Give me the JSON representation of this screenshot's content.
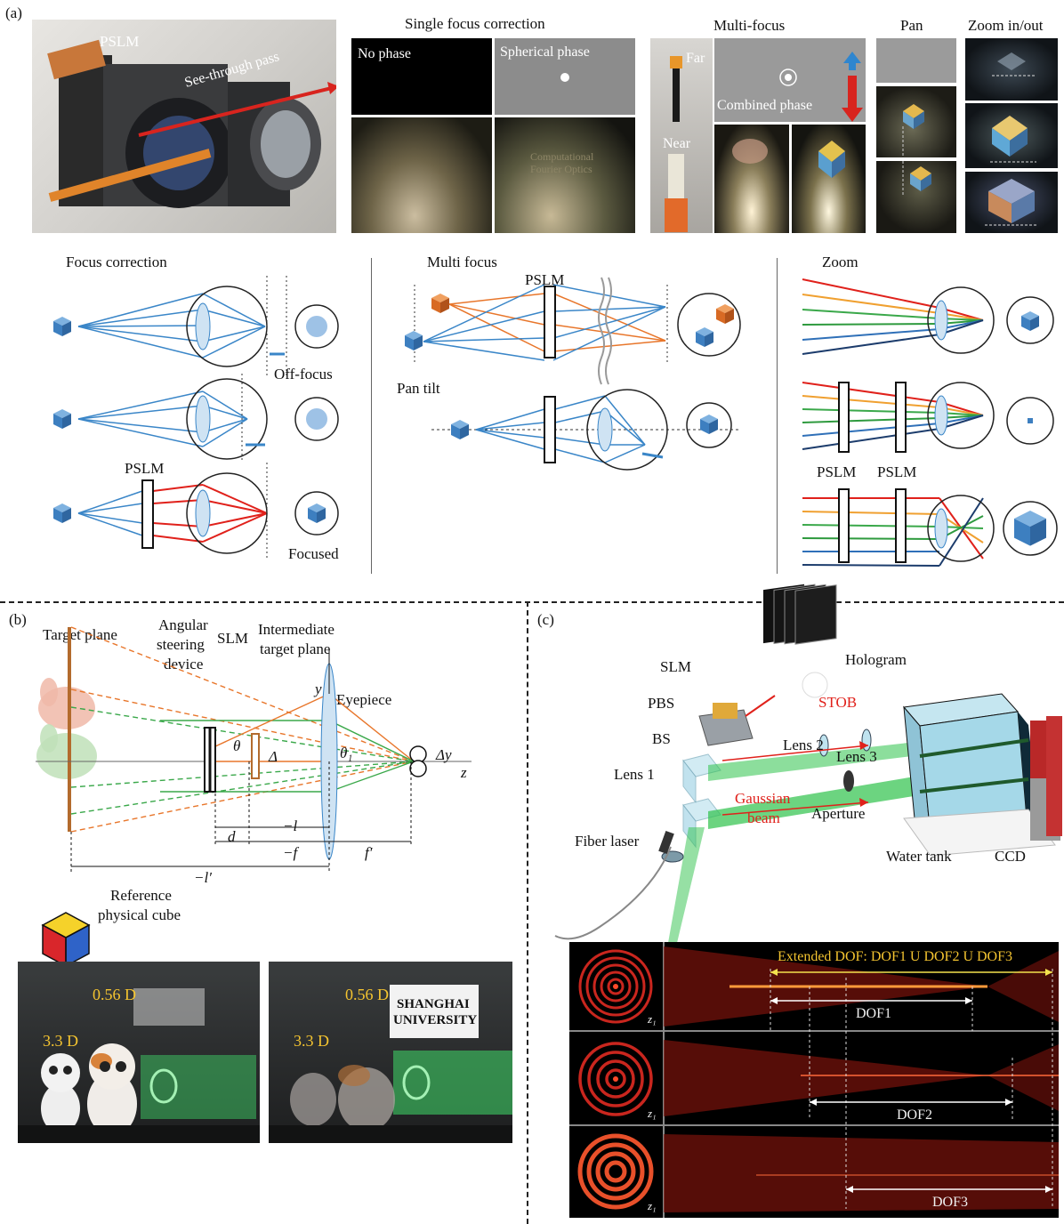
{
  "panel_a": {
    "label": "(a)",
    "photo_labels": {
      "pslm": "PSLM",
      "see_through": "See-through pass"
    },
    "single_focus": {
      "title": "Single focus correction",
      "no_phase": "No phase",
      "spherical_phase": "Spherical phase",
      "logo_text_1": "Computational",
      "logo_text_2": "Fourier Optics"
    },
    "multi_focus": {
      "title": "Multi-focus",
      "far": "Far",
      "near": "Near",
      "combined_phase": "Combined phase"
    },
    "pan": {
      "title": "Pan"
    },
    "zoom": {
      "title": "Zoom in/out"
    },
    "focus_correction": {
      "title": "Focus correction",
      "off_focus": "Off-focus",
      "pslm": "PSLM",
      "focused": "Focused"
    },
    "multi_focus_diagram": {
      "title": "Multi focus",
      "pslm": "PSLM",
      "pan_tilt": "Pan tilt"
    },
    "zoom_diagram": {
      "title": "Zoom",
      "pslm_1": "PSLM",
      "pslm_2": "PSLM"
    }
  },
  "panel_b": {
    "label": "(b)",
    "target_plane": "Target plane",
    "angular_steering_1": "Angular",
    "angular_steering_2": "steering",
    "angular_steering_3": "device",
    "slm": "SLM",
    "intermediate_1": "Intermediate",
    "intermediate_2": "target plane",
    "eyepiece": "Eyepiece",
    "sym_y": "y",
    "sym_z": "z",
    "sym_theta": "θ",
    "sym_theta1": "θ₁",
    "sym_delta": "Δ",
    "sym_delta_y": "Δy",
    "sym_d": "d",
    "sym_l": "−l",
    "sym_f": "−f",
    "sym_fp": "f′",
    "sym_lp": "−l′",
    "reference_1": "Reference",
    "reference_2": "physical cube",
    "photo_left": {
      "far": "0.56 D",
      "near": "3.3 D"
    },
    "photo_right": {
      "far": "0.56 D",
      "near": "3.3 D",
      "sign_1": "SHANGHAI",
      "sign_2": "UNIVERSITY"
    }
  },
  "panel_c": {
    "label": "(c)",
    "slm": "SLM",
    "hologram": "Hologram",
    "pbs": "PBS",
    "stob": "STOB",
    "bs": "BS",
    "lens2": "Lens 2",
    "lens3": "Lens 3",
    "lens1": "Lens 1",
    "gaussian_1": "Gaussian",
    "gaussian_2": "beam",
    "aperture": "Aperture",
    "fiber_laser": "Fiber laser",
    "water_tank": "Water tank",
    "ccd": "CCD",
    "extended_dof": "Extended DOF: DOF1 U DOF2 U DOF3",
    "dof1": "DOF1",
    "dof2": "DOF2",
    "dof3": "DOF3",
    "z1": "z₁"
  },
  "colors": {
    "blue_ray": "#3a86c8",
    "red_ray": "#e0211b",
    "orange_ray": "#e8762b",
    "cube_blue": "#3d7fc0",
    "cube_orange": "#d86a24",
    "laser_green": "#2ec24a",
    "dof_red": "#d9261c",
    "annotation_yellow": "#f4c430"
  }
}
